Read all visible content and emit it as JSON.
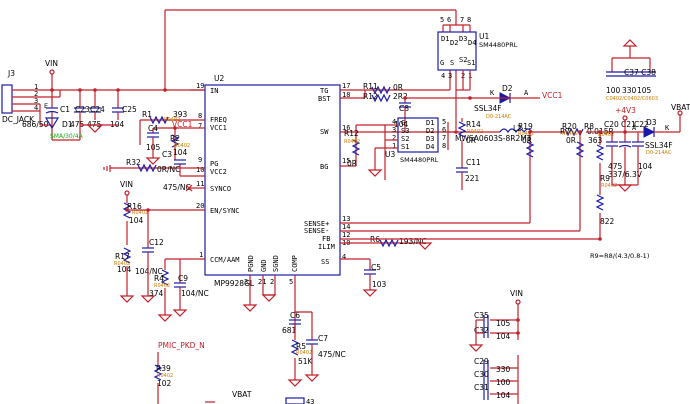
{
  "connector": {
    "ref": "J3",
    "name": "DC_JACK",
    "pins": [
      "1",
      "2",
      "3",
      "4"
    ]
  },
  "vin_labels": {
    "top": "VIN",
    "left": "VIN",
    "bottom": "VIN"
  },
  "vbat_labels": {
    "right": "VBAT",
    "bottom": "VBAT"
  },
  "u2": {
    "ref": "U2",
    "part": "MP9928GL",
    "pins": {
      "in": {
        "name": "IN",
        "num": "19"
      },
      "freq": {
        "name": "FREQ",
        "num": "8"
      },
      "vcc1": {
        "name": "VCC1",
        "num": "7"
      },
      "pg": {
        "name": "PG",
        "num": "9"
      },
      "vcc2": {
        "name": "VCC2",
        "num": "10"
      },
      "synco": {
        "name": "SYNCO",
        "num": "11"
      },
      "ensync": {
        "name": "EN/SYNC",
        "num": "20"
      },
      "ccm": {
        "name": "CCM/AAM",
        "num": "1"
      },
      "tg": {
        "name": "TG",
        "num": "17"
      },
      "bst": {
        "name": "BST",
        "num": "18"
      },
      "sw": {
        "name": "SW",
        "num": "16"
      },
      "bg": {
        "name": "BG",
        "num": "15"
      },
      "sensep": {
        "name": "SENSE+",
        "num": "13"
      },
      "sensem": {
        "name": "SENSE-",
        "num": "14"
      },
      "fb": {
        "name": "FB",
        "num": "12"
      },
      "ilim": {
        "name": "ILIM",
        "num": "10"
      },
      "ss": {
        "name": "SS",
        "num": "4"
      },
      "pgnd": {
        "name": "PGND",
        "num": "3"
      },
      "gnd": {
        "name": "GND",
        "num": "21"
      },
      "sgnd": {
        "name": "SGND",
        "num": "2"
      },
      "comp": {
        "name": "COMP",
        "num": "5"
      }
    }
  },
  "u1": {
    "ref": "U1",
    "part": "SM4480PRL",
    "top_pins": [
      "5",
      "6",
      "7",
      "8"
    ],
    "top_labels": [
      "D1",
      "D2",
      "D3",
      "D4"
    ],
    "bottom_labels": [
      "G",
      "S",
      "S2",
      "S1"
    ],
    "bottom_pins": [
      "4",
      "3",
      "2",
      "1"
    ]
  },
  "u3": {
    "ref": "U3",
    "part": "SM4480PRL",
    "left_labels": [
      "G",
      "S3",
      "S2",
      "S1"
    ],
    "left_pins": [
      "4",
      "3",
      "2",
      "1"
    ],
    "right_labels": [
      "D1",
      "D2",
      "D3",
      "D4"
    ],
    "right_pins": [
      "5",
      "6",
      "7",
      "8"
    ]
  },
  "inductor": {
    "ref": "L2",
    "part": "MWSA0603S-8R2MT"
  },
  "diodes": {
    "d1": {
      "ref": "D1",
      "value": "SMA/30/4A"
    },
    "d2": {
      "ref": "D2",
      "part": "SSL34F",
      "pkg": "D0-214AC"
    },
    "d3": {
      "ref": "D3",
      "part": "SSL34F",
      "pkg": "D0-214AC"
    }
  },
  "input_caps": {
    "refs": [
      "C1",
      "C23",
      "C24",
      "C25"
    ],
    "values": [
      "686/50",
      "475",
      "475",
      "104"
    ],
    "e_label": "E",
    "pkg_c1": "C0805",
    "pkg_others": [
      "C0805",
      "C0805",
      "C0402"
    ]
  },
  "resistors": {
    "r1": {
      "ref": "R1",
      "value": "393"
    },
    "r2": {
      "ref": "R2",
      "value": "104"
    },
    "r11": {
      "ref": "R11",
      "value": "0R"
    },
    "r12a": {
      "ref": "R12",
      "value": "2R2"
    },
    "r12b": {
      "ref": "R12",
      "value": "0R"
    },
    "r14": {
      "ref": "R14",
      "value": "0R"
    },
    "r16": {
      "ref": "R16",
      "value": "104"
    },
    "r17": {
      "ref": "R17",
      "value": "104"
    },
    "r19": {
      "ref": "R19",
      "value": "0R"
    },
    "r20": {
      "ref": "R20",
      "value": "0R"
    },
    "r32": {
      "ref": "R32",
      "value": "0R/NC"
    },
    "r4": {
      "ref": "R4",
      "value": "374"
    },
    "r5": {
      "ref": "R5",
      "value": "51K"
    },
    "r6": {
      "ref": "R6",
      "value": "193/NC"
    },
    "r7": {
      "ref": "R7",
      "value": "0.015R"
    },
    "r8": {
      "ref": "R8",
      "value": "363"
    },
    "r9": {
      "ref": "R9",
      "value": "822"
    },
    "r39": {
      "ref": "R39",
      "value": "102"
    }
  },
  "caps": {
    "c4": {
      "ref": "C4",
      "value": "105"
    },
    "c3": {
      "ref": "C3",
      "value": "475/NC"
    },
    "c8": {
      "ref": "C8",
      "value": "104"
    },
    "c11": {
      "ref": "C11",
      "value": "221"
    },
    "c12": {
      "ref": "C12",
      "value": "104/NC"
    },
    "c9": {
      "ref": "C9",
      "value": "104/NC"
    },
    "c5": {
      "ref": "C5",
      "value": "103"
    },
    "c6": {
      "ref": "C6",
      "value": "681"
    },
    "c7": {
      "ref": "C7",
      "value": "475/NC"
    },
    "c20": {
      "ref": "C20",
      "value": "475"
    },
    "c21": {
      "ref": "C21",
      "value": "337/6.3V"
    },
    "c22": {
      "ref": "C22",
      "value": "104"
    },
    "c37c38": {
      "refs": "C37  C38",
      "values": [
        "100",
        "330",
        "105"
      ],
      "pkg": "C0402/C0402/C0603"
    }
  },
  "right_bank": {
    "c35": {
      "ref": "C35",
      "value": "105"
    },
    "c32": {
      "ref": "C32",
      "value": "104"
    },
    "c29": {
      "ref": "C29",
      "value": "330"
    },
    "c30": {
      "ref": "C30",
      "value": "100"
    },
    "c31": {
      "ref": "C31",
      "value": "104"
    }
  },
  "nets": {
    "vcc1": "VCC1",
    "plus4v3": "+4V3",
    "pmic": "PMIC_PKD_N",
    "formula": "R9=R8/(4.3/0.8-1)",
    "node_a1": "A",
    "node_k1": "K",
    "node_a2": "A",
    "node_k2": "K",
    "node_a3": "A"
  },
  "pin_nums_misc": {
    "u1_block": [
      "4",
      "3",
      "2",
      "1"
    ],
    "fb_num": "6",
    "ss_num": "4",
    "comp_num": "5",
    "num_43": "43"
  }
}
